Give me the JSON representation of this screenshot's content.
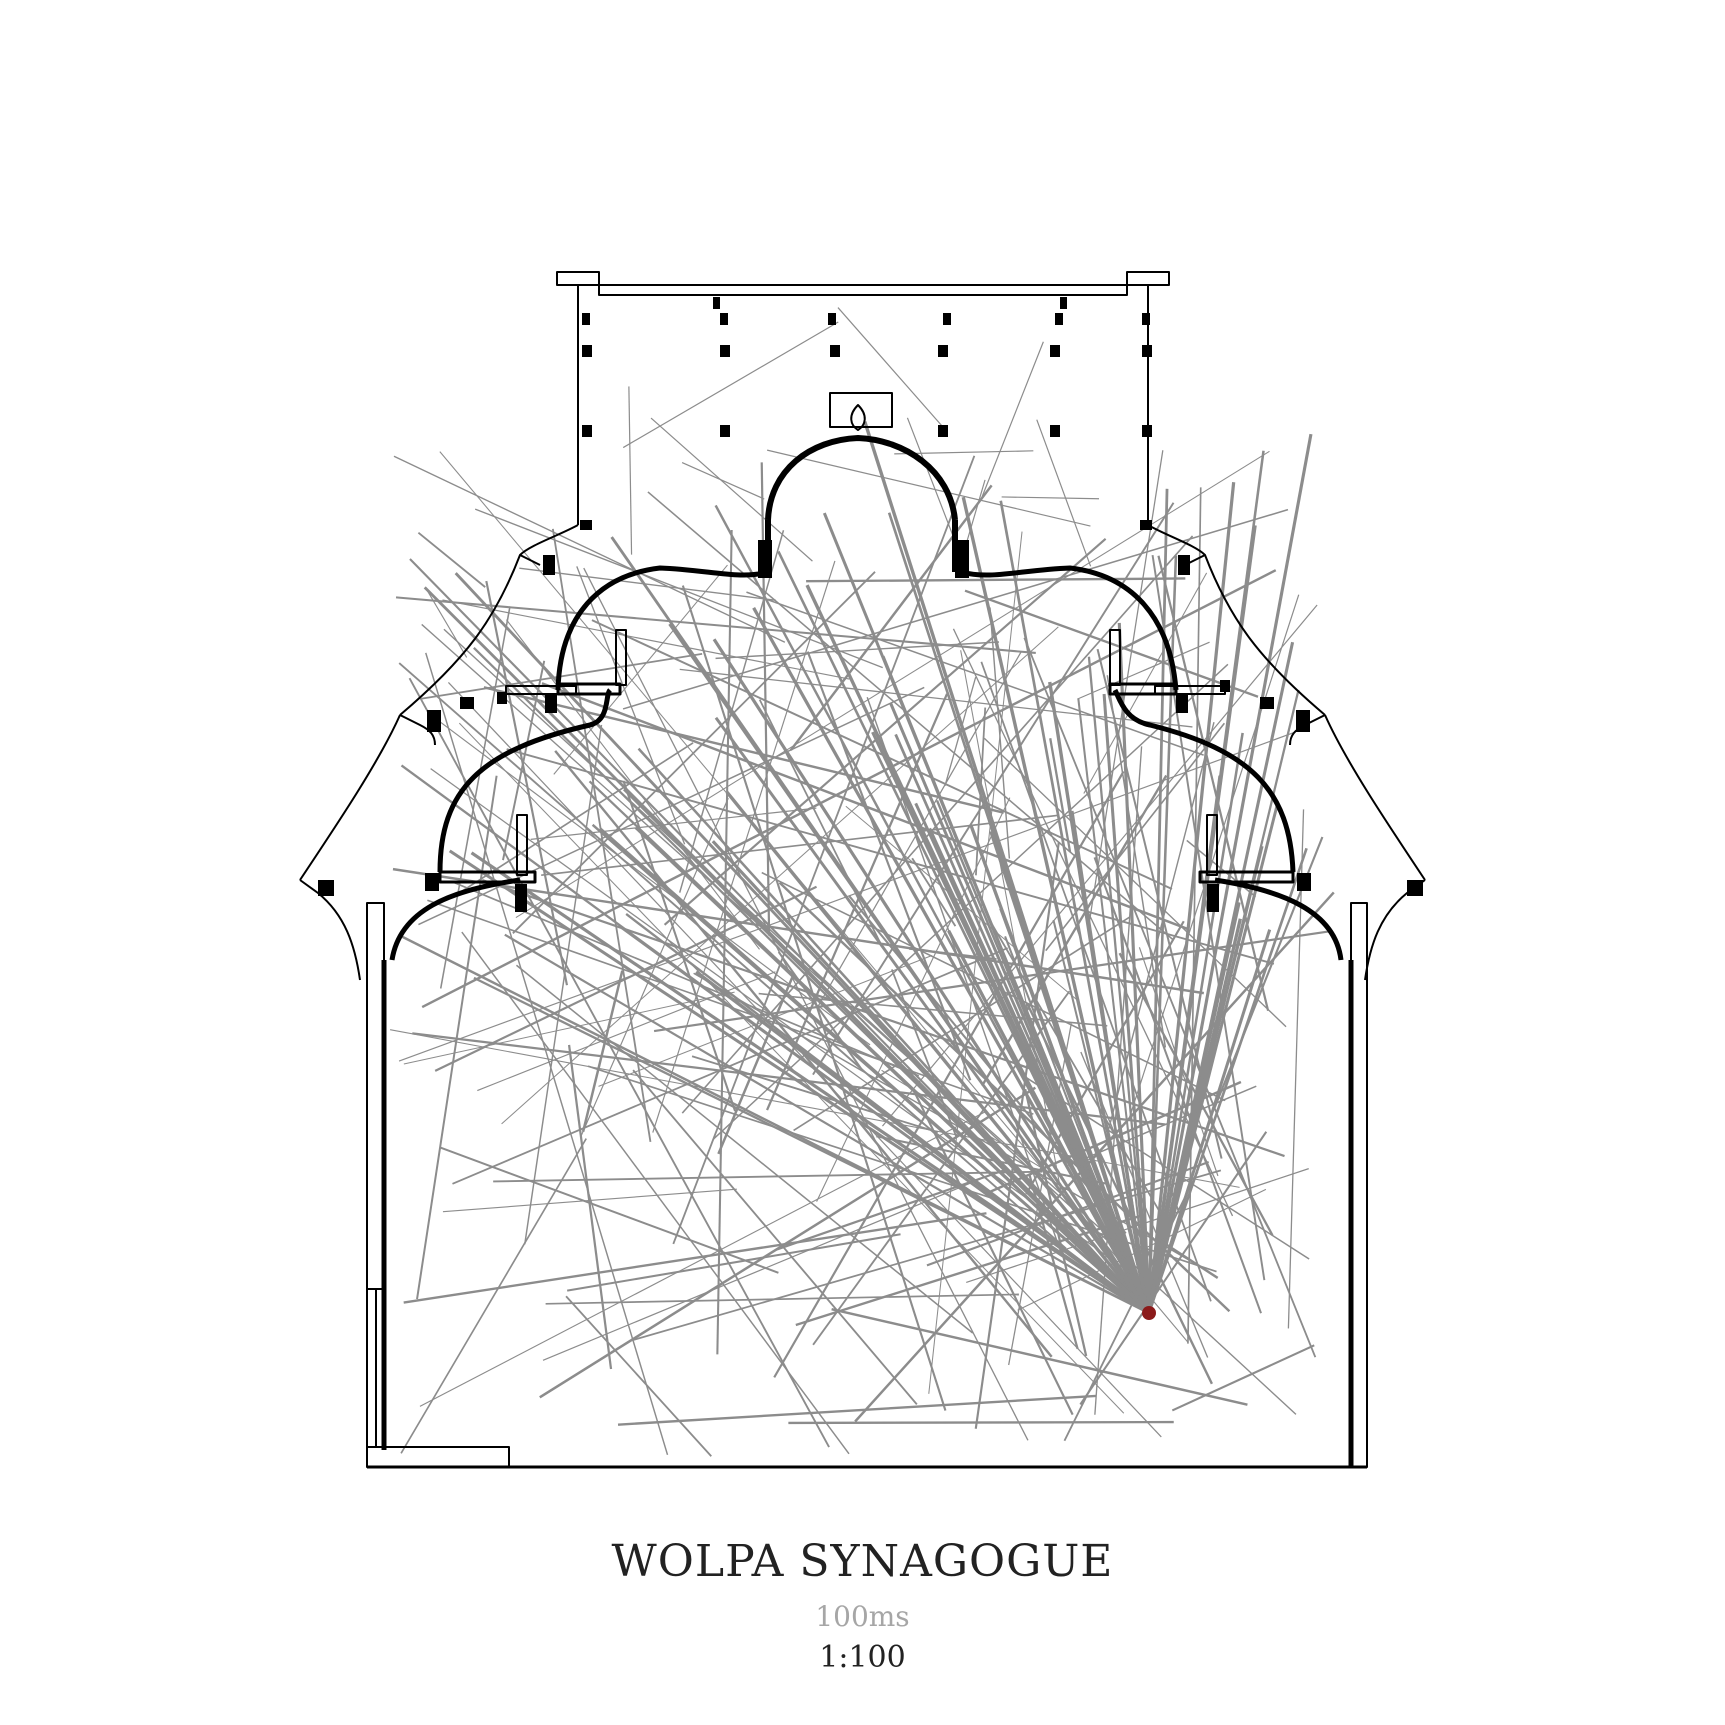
{
  "title": "WOLPA SYNAGOGUE",
  "subtitle": "100ms",
  "scale": "1:100",
  "colors": {
    "structure": "#000000",
    "rays": "#8c8c8c",
    "source": "#8b1a1a",
    "subtitle": "#a6a6a6"
  }
}
